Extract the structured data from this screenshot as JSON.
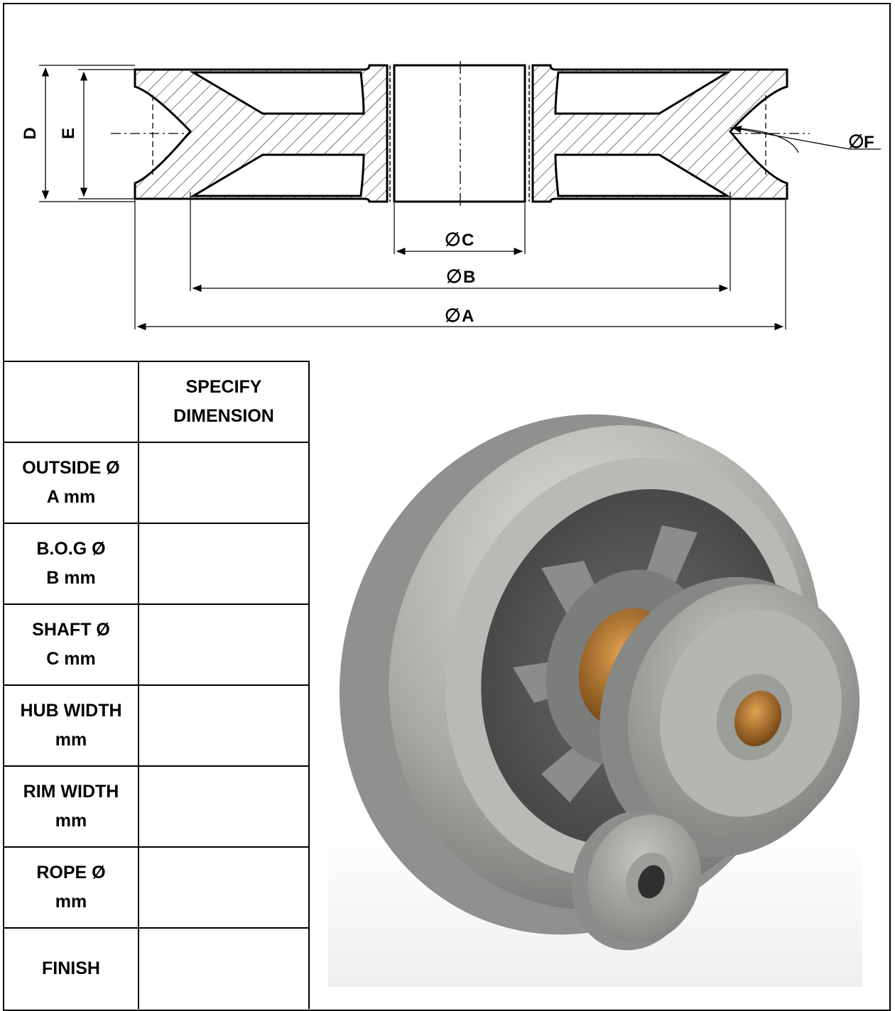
{
  "labels": {
    "dim_d": "D",
    "dim_e": "E",
    "dim_f": "F",
    "dim_c": "C",
    "dim_b": "B",
    "dim_a": "A",
    "diameter_symbol": "∅"
  },
  "table": {
    "header": [
      "",
      "SPECIFY\nDIMENSION"
    ],
    "rows": [
      {
        "name": "OUTSIDE Ø\nA mm",
        "value": ""
      },
      {
        "name": "B.O.G Ø\nB mm",
        "value": ""
      },
      {
        "name": "SHAFT Ø\nC mm",
        "value": ""
      },
      {
        "name": "HUB WIDTH\nmm",
        "value": ""
      },
      {
        "name": "RIM WIDTH\nmm",
        "value": ""
      },
      {
        "name": "ROPE Ø\nmm",
        "value": ""
      },
      {
        "name": "FINISH",
        "value": ""
      }
    ]
  },
  "colors": {
    "line": "#000000",
    "metal_light": "#c9cac6",
    "metal_dark": "#5d605e",
    "bronze": "#b5772e"
  }
}
